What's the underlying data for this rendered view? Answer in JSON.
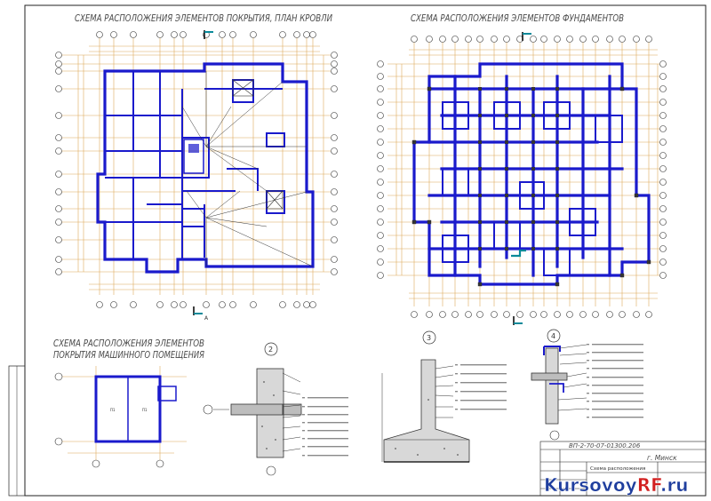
{
  "titles": {
    "roof_plan": "СХЕМА РАСПОЛОЖЕНИЯ ЭЛЕМЕНТОВ ПОКРЫТИЯ, ПЛАН КРОВЛИ",
    "foundation_plan": "СХЕМА РАСПОЛОЖЕНИЯ ЭЛЕМЕНТОВ ФУНДАМЕНТОВ",
    "machine_room_line1": "СХЕМА РАСПОЛОЖЕНИЯ ЭЛЕМЕНТОВ",
    "machine_room_line2": "ПОКРЫТИЯ МАШИННОГО ПОМЕЩЕНИЯ"
  },
  "detail_markers": [
    "2",
    "3",
    "4"
  ],
  "section_mark": "А",
  "stamp": {
    "code": "ВП-2-70-07-01300.206",
    "city": "г. Минск",
    "sheet_title": "Схема расположения"
  },
  "watermark": {
    "part1": "Kursovoy",
    "part2": "RF",
    "part3": ".ru",
    "color_main": "#1f3e9e",
    "color_accent": "#d21f1f"
  },
  "colors": {
    "wall": "#1a1acc",
    "dim": "#d79a3c",
    "line": "#333333",
    "hatch": "#888888"
  }
}
